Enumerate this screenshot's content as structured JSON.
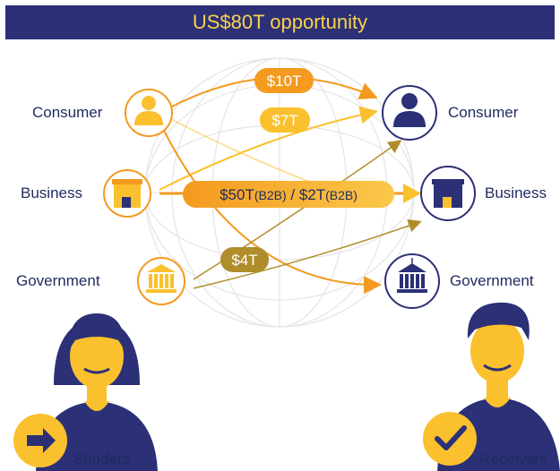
{
  "title": "US$80T opportunity",
  "senders": {
    "consumer": "Consumer",
    "business": "Business",
    "government": "Government",
    "caption": "Senders"
  },
  "receivers": {
    "consumer": "Consumer",
    "business": "Business",
    "government": "Government",
    "caption": "Receivers"
  },
  "flows": {
    "c2c": "$10T",
    "c2b": "$7T",
    "b2b_main": "$50T",
    "b2b_main_note": "(B2B)",
    "b2b_sep": " / ",
    "b2b_second": "$2T",
    "b2b_second_note": "(B2B)",
    "g2x": "$4T"
  },
  "colors": {
    "navy": "#2b3077",
    "orange": "#f39a1f",
    "yellow": "#fbc02d",
    "gold": "#a98a2a",
    "banner_text": "#fbd24a"
  }
}
